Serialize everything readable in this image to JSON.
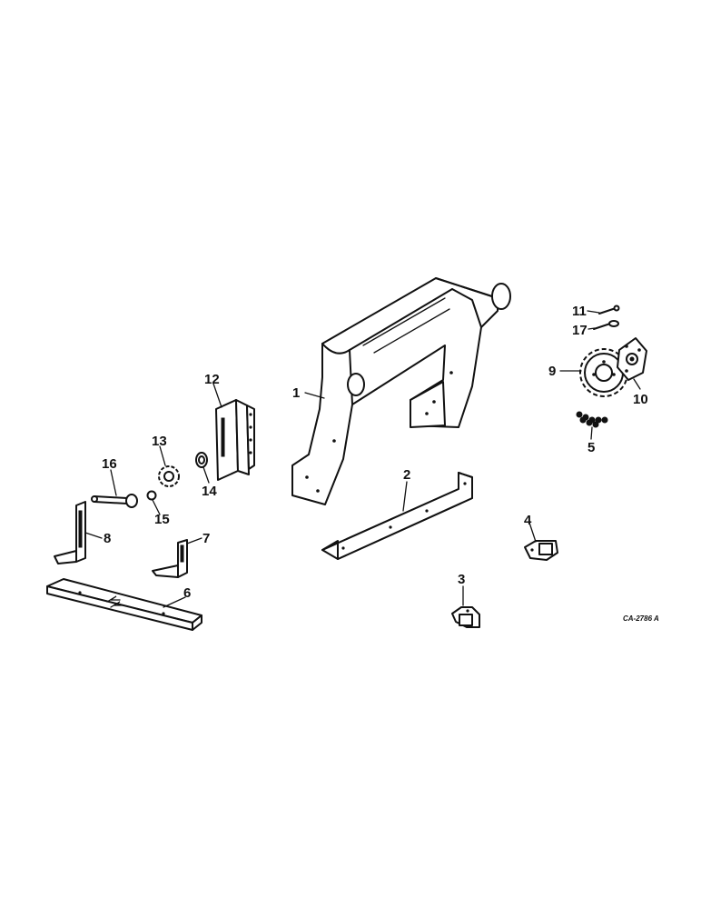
{
  "callouts": [
    "1",
    "2",
    "3",
    "4",
    "5",
    "6",
    "7",
    "8",
    "9",
    "10",
    "11",
    "12",
    "13",
    "14",
    "15",
    "16",
    "17"
  ],
  "drawing_code": "CA-2786 A"
}
